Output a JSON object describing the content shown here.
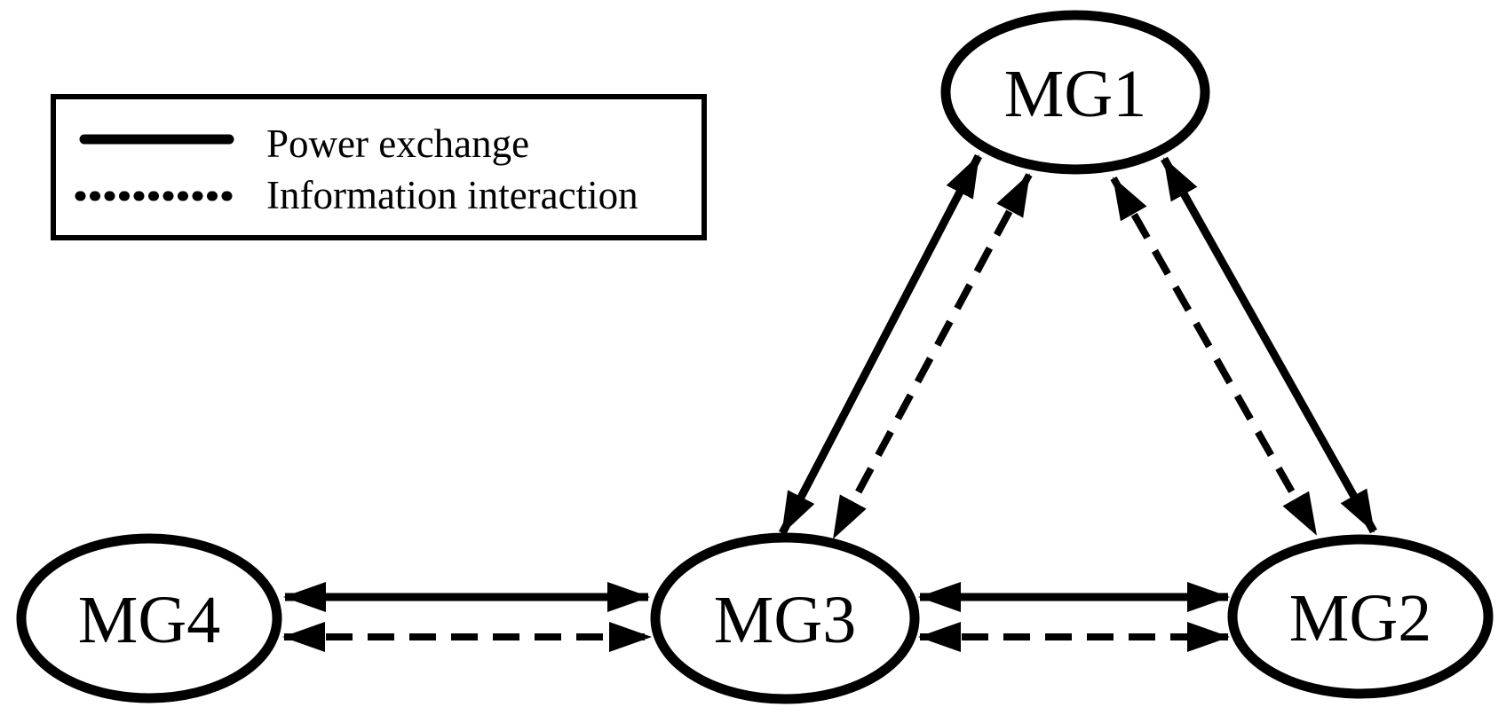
{
  "figure": {
    "type": "network-diagram",
    "background_color": "#ffffff",
    "foreground_color": "#000000"
  },
  "legend": {
    "items": [
      {
        "id": "power-exchange",
        "label": "Power exchange",
        "line_style": "solid"
      },
      {
        "id": "information-interaction",
        "label": "Information interaction",
        "line_style": "dotted"
      }
    ]
  },
  "nodes": [
    {
      "id": "mg1",
      "label": "MG1"
    },
    {
      "id": "mg2",
      "label": "MG2"
    },
    {
      "id": "mg3",
      "label": "MG3"
    },
    {
      "id": "mg4",
      "label": "MG4"
    }
  ],
  "edges": [
    {
      "from": "MG1",
      "to": "MG3",
      "type": "Power exchange",
      "style": "solid",
      "bidirectional": true
    },
    {
      "from": "MG1",
      "to": "MG3",
      "type": "Information interaction",
      "style": "dashed",
      "bidirectional": true
    },
    {
      "from": "MG1",
      "to": "MG2",
      "type": "Power exchange",
      "style": "solid",
      "bidirectional": true
    },
    {
      "from": "MG1",
      "to": "MG2",
      "type": "Information interaction",
      "style": "dashed",
      "bidirectional": true
    },
    {
      "from": "MG4",
      "to": "MG3",
      "type": "Power exchange",
      "style": "solid",
      "bidirectional": true
    },
    {
      "from": "MG4",
      "to": "MG3",
      "type": "Information interaction",
      "style": "dashed",
      "bidirectional": true
    },
    {
      "from": "MG3",
      "to": "MG2",
      "type": "Power exchange",
      "style": "solid",
      "bidirectional": true
    },
    {
      "from": "MG3",
      "to": "MG2",
      "type": "Information interaction",
      "style": "dashed",
      "bidirectional": true
    }
  ]
}
